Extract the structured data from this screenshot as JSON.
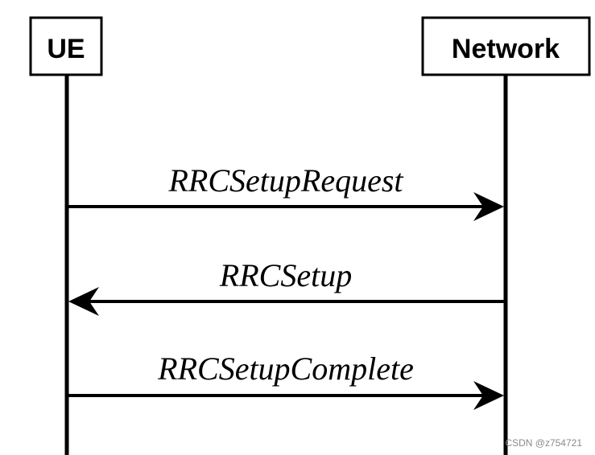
{
  "participants": {
    "ue": {
      "label": "UE"
    },
    "network": {
      "label": "Network"
    }
  },
  "messages": [
    {
      "label": "RRCSetupRequest",
      "from": "UE",
      "to": "Network"
    },
    {
      "label": "RRCSetup",
      "from": "Network",
      "to": "UE"
    },
    {
      "label": "RRCSetupComplete",
      "from": "UE",
      "to": "Network"
    }
  ],
  "watermark": {
    "text": "CSDN @z754721"
  },
  "colors": {
    "line": "#000000",
    "background": "#ffffff",
    "watermark": "#8a8a8a"
  }
}
